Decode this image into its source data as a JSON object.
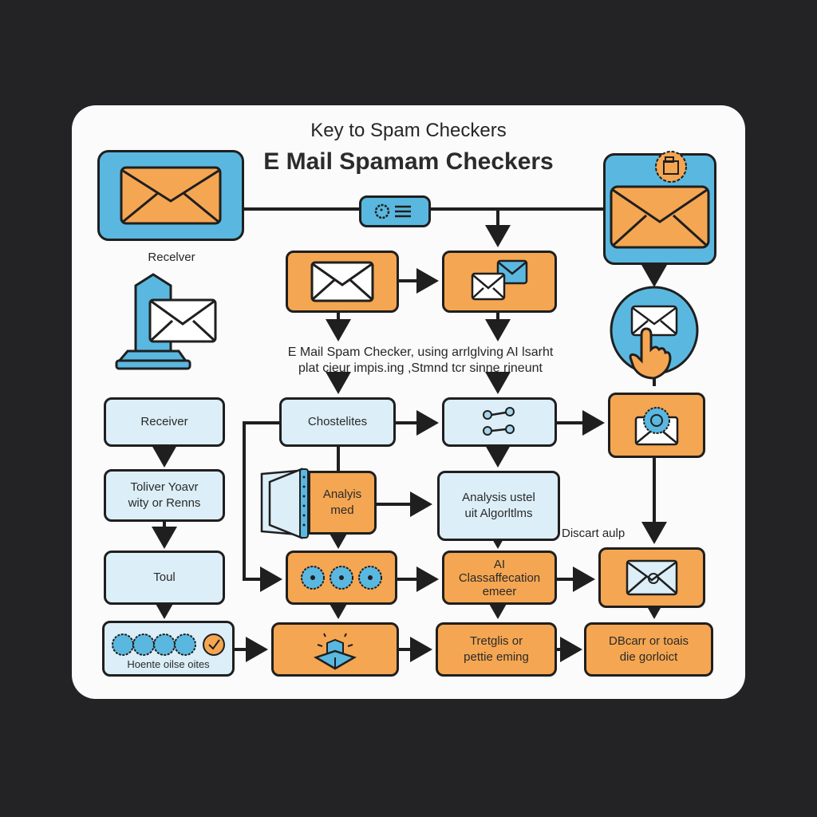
{
  "header": {
    "subtitle": "Key to Spam Checkers",
    "title": "E Mail Spamam Checkers"
  },
  "caption": {
    "line1": "E Mail Spam Checker, using arrlglving AI lsarht",
    "line2": "plat cieur impis.ing ,Stmnd tcr sinne rineunt"
  },
  "labels": {
    "receiver_top": "Recelver",
    "discard": "Discart aulp"
  },
  "nodes": {
    "left_col": [
      {
        "id": "receiver",
        "text": "Receiver"
      },
      {
        "id": "toliver",
        "text": "Toliver Yoavr\nwity or Renns"
      },
      {
        "id": "toul",
        "text": "Toul"
      },
      {
        "id": "filters",
        "text": "Hoente oilse oites"
      }
    ],
    "mid_col": [
      {
        "id": "chostetites",
        "text": "Chostelites"
      },
      {
        "id": "analysis-med",
        "text": "Analyis\nmed"
      },
      {
        "id": "gears",
        "text": ""
      },
      {
        "id": "collect",
        "text": ""
      }
    ],
    "right_mid_col": [
      {
        "id": "graph",
        "text": ""
      },
      {
        "id": "analysis-algorithms",
        "text": "Analysis ustel\nuit Algorltlms"
      },
      {
        "id": "ai-classification",
        "text": "AI\nClassaffecation\nemeer"
      },
      {
        "id": "treat",
        "text": "Tretglis or\npettie eming"
      }
    ],
    "right_col": [
      {
        "id": "flagged",
        "text": ""
      },
      {
        "id": "discard-mail",
        "text": ""
      },
      {
        "id": "discard-final",
        "text": "DBcarr or toais\ndie gorloict"
      }
    ]
  },
  "icons": {
    "settings_bar": "gear-list-icon",
    "check_badge": "check-icon"
  },
  "colors": {
    "orange": "#f5a652",
    "blue": "#5ab8e0",
    "light_blue": "#dceef7",
    "stroke": "#1f1f1f",
    "card": "#fbfbfb",
    "background": "#232325"
  }
}
